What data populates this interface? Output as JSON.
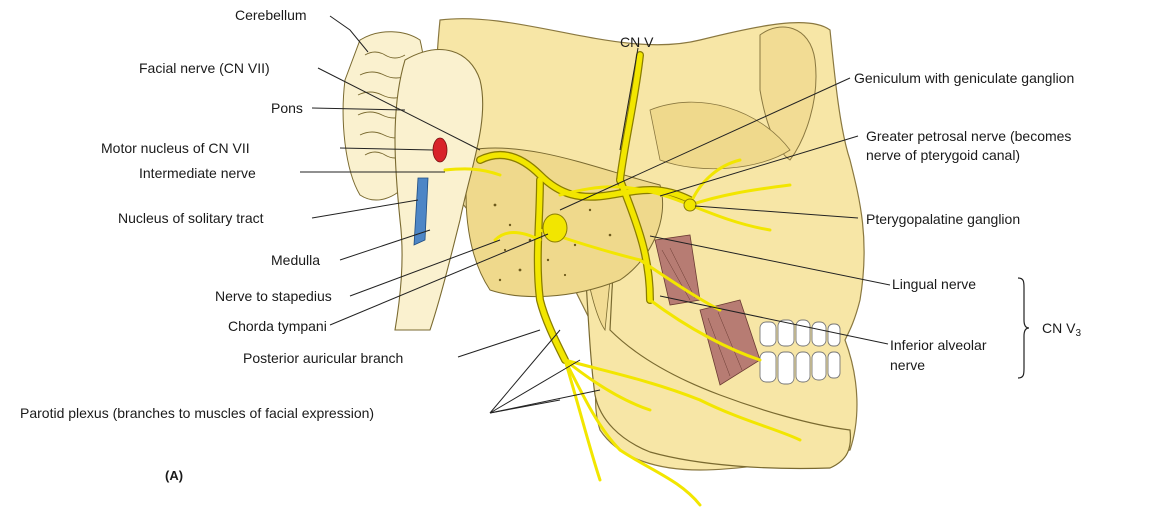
{
  "figure": {
    "panel_label": "(A)",
    "labels": {
      "cerebellum": "Cerebellum",
      "facial_nerve": "Facial nerve (CN VII)",
      "pons": "Pons",
      "motor_nucleus": "Motor nucleus of CN VII",
      "intermediate_nerve": "Intermediate nerve",
      "nucleus_solitary": "Nucleus of solitary tract",
      "medulla": "Medulla",
      "nerve_stapedius": "Nerve to stapedius",
      "chorda_tympani": "Chorda tympani",
      "posterior_auricular": "Posterior auricular branch",
      "parotid_plexus": "Parotid plexus (branches to muscles of facial expression)",
      "cn_v": "CN V",
      "geniculum": "Geniculum with geniculate ganglion",
      "greater_petrosal_1": "Greater petrosal nerve (becomes",
      "greater_petrosal_2": "nerve of pterygoid canal)",
      "pterygopalatine": "Pterygopalatine ganglion",
      "lingual": "Lingual nerve",
      "inferior_alveolar_1": "Inferior alveolar",
      "inferior_alveolar_2": "nerve",
      "cn_v3_main": "CN V",
      "cn_v3_sub": "3"
    },
    "colors": {
      "nerve": "#f2e600",
      "nerve_outline": "#8a7d00",
      "bone": "#f7e6a6",
      "bone_dark": "#e8cf7a",
      "brainstem": "#faf1cf",
      "motor_nucleus": "#d8232a",
      "solitary_tract": "#4d86c6",
      "muscle": "#b77c73",
      "teeth": "#ffffff",
      "leader": "#222222"
    }
  }
}
